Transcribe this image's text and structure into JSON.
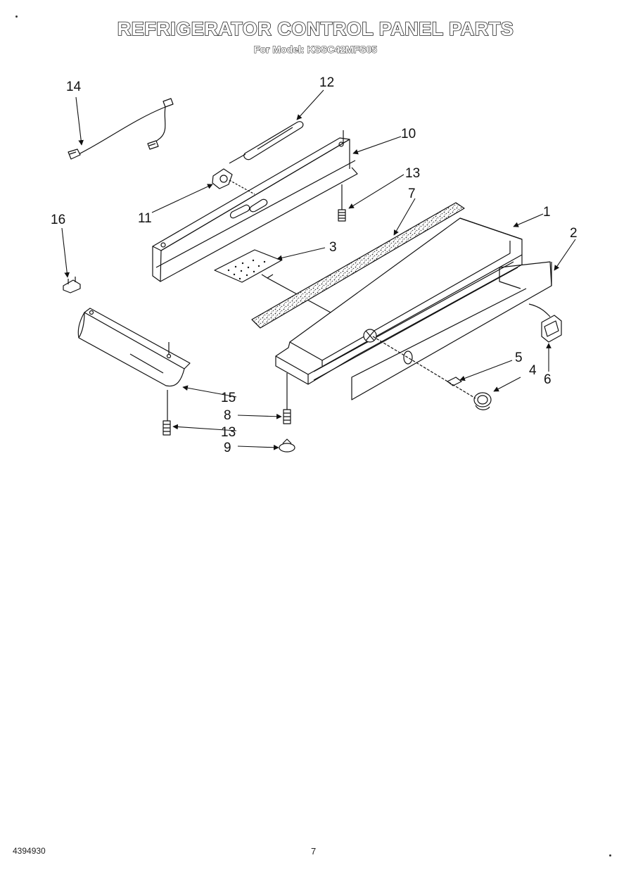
{
  "title": "REFRIGERATOR CONTROL PANEL PARTS",
  "subtitle": {
    "prefix": "For Model:",
    "model": "KSSC42MFS05"
  },
  "callouts": {
    "c1": "1",
    "c2": "2",
    "c3": "3",
    "c4": "4",
    "c5": "5",
    "c6": "6",
    "c7": "7",
    "c8": "8",
    "c9": "9",
    "c10": "10",
    "c11": "11",
    "c12": "12",
    "c13a": "13",
    "c13b": "13",
    "c14": "14",
    "c15": "15",
    "c16": "16"
  },
  "footer": {
    "doc_number": "4394930",
    "page_number": "7"
  }
}
